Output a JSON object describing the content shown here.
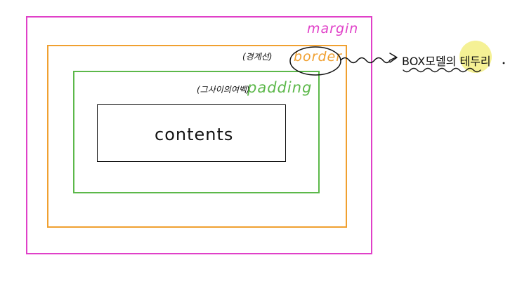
{
  "labels": {
    "margin": "margin",
    "border": "border",
    "border_note": "(경계선)",
    "padding": "padding",
    "padding_note": "(그사이의여백)",
    "contents": "contents",
    "box_definition": "BOX모델의 테두리"
  },
  "colors": {
    "margin": "#e040c8",
    "border": "#f0a030",
    "padding": "#5cb84a",
    "contents": "#111111",
    "highlight": "#f4f08a"
  }
}
